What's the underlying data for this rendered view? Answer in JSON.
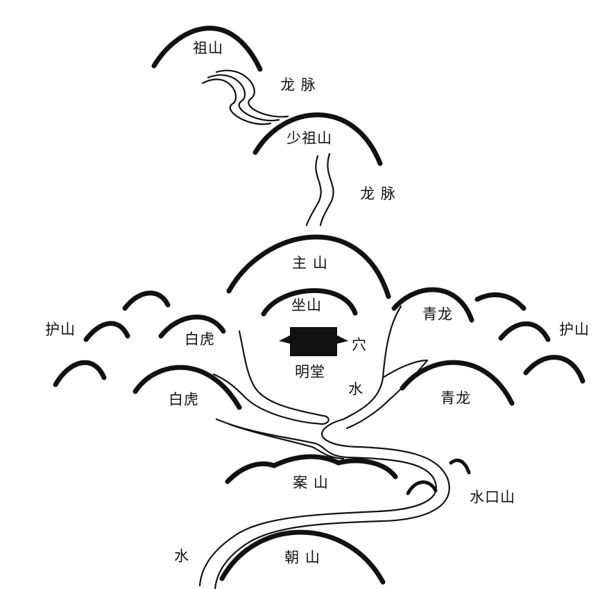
{
  "labels": {
    "zushan": "祖山",
    "longmai_1": "龙 脉",
    "shaozushan": "少祖山",
    "longmai_2": "龙 脉",
    "zhushan": "主 山",
    "zuoshan": "坐山",
    "hushan_left": "护山",
    "hushan_right": "护山",
    "baihu_inner": "白虎",
    "baihu_outer": "白虎",
    "qinglong_inner": "青龙",
    "qinglong_outer": "青龙",
    "xue": "穴",
    "mingtang": "明堂",
    "shui_center": "水",
    "anshan": "案 山",
    "shuikoushan": "水口山",
    "shui_bottom": "水",
    "chaoshan": "朝 山"
  },
  "colors": {
    "ink": "#111111",
    "background": "#ffffff"
  }
}
